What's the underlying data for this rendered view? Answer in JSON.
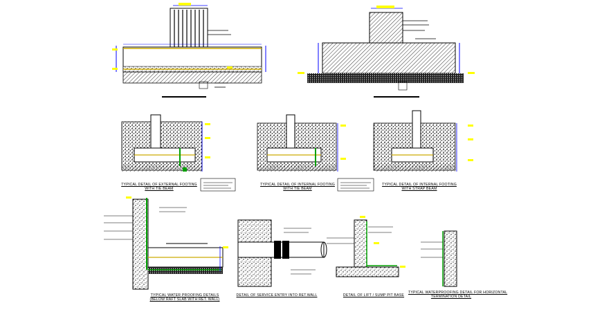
{
  "captions": {
    "d1": [
      "TYPICAL DETAIL OF EXTERNAL FOOTING",
      "WITH TIE BEAM"
    ],
    "d2": [
      "TYPICAL DETAIL OF INTERNAL FOOTING",
      "WITH TIE BEAM"
    ],
    "d3": [
      "TYPICAL DETAIL OF INTERNAL FOOTING",
      "WITH STRAP BEAM"
    ],
    "d4": [
      "TYPICAL WATER PROOFING DETAILS",
      "(BELOW RAFT SLAB WITH RET. WALL)"
    ],
    "d5": [
      "DETAIL OF SERVICE ENTRY INTO RET.WALL"
    ],
    "d6": [
      "DETAIL OF LIFT / SUMP PIT BASE"
    ],
    "d7": [
      "TYPICAL WATERPROOFING DETAIL FOR HORIZONTAL",
      "TERMINATION DETAIL"
    ]
  },
  "colors": {
    "line": "#000000",
    "dimension": "#0000ff",
    "tag": "#ffff00",
    "membrane": "#00a000"
  }
}
